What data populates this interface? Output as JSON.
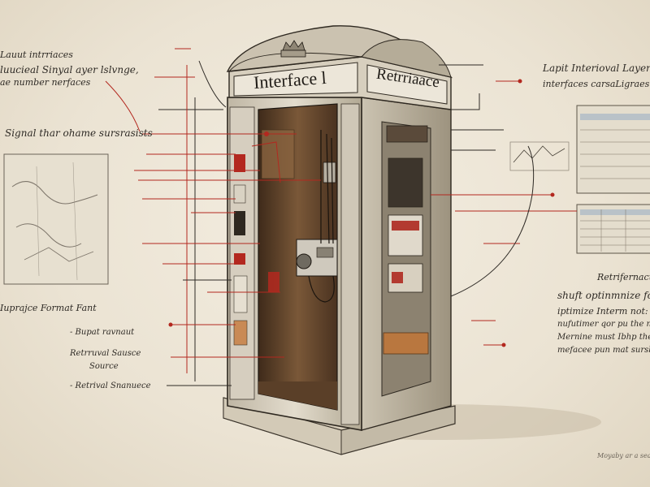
{
  "booth": {
    "sign_left": "Interface l",
    "sign_right": "Retrriaace"
  },
  "annotations": {
    "left": [
      "Lauut intrriaces",
      "luucieal Sinyal ayer lslvnge,",
      "ae number nerfaces",
      "Signal thar ohame sursrasists",
      "Iuprajce Format Fant",
      "- Bupat ravnaut",
      "Retrruval Sausce",
      "Source",
      "- Retrival Snanuece"
    ],
    "right": [
      "Lapit Interioval Layer Lo",
      "interfaces carsaLigraes",
      "Retrifernacul",
      "shuft optinmnize for la",
      "iptimize Interm not:",
      "nufutimer qor pu the nan",
      "Mernine must Ibhp the sy",
      "mefacee pun mat sursbal"
    ],
    "signature": "Moyaby ar a seat"
  },
  "colors": {
    "paper": "#ebe3d3",
    "ink": "#2e2a25",
    "accent_red": "#b3281f",
    "booth_cream": "#d9d2c3",
    "interior_wood": "#6b4c30"
  }
}
